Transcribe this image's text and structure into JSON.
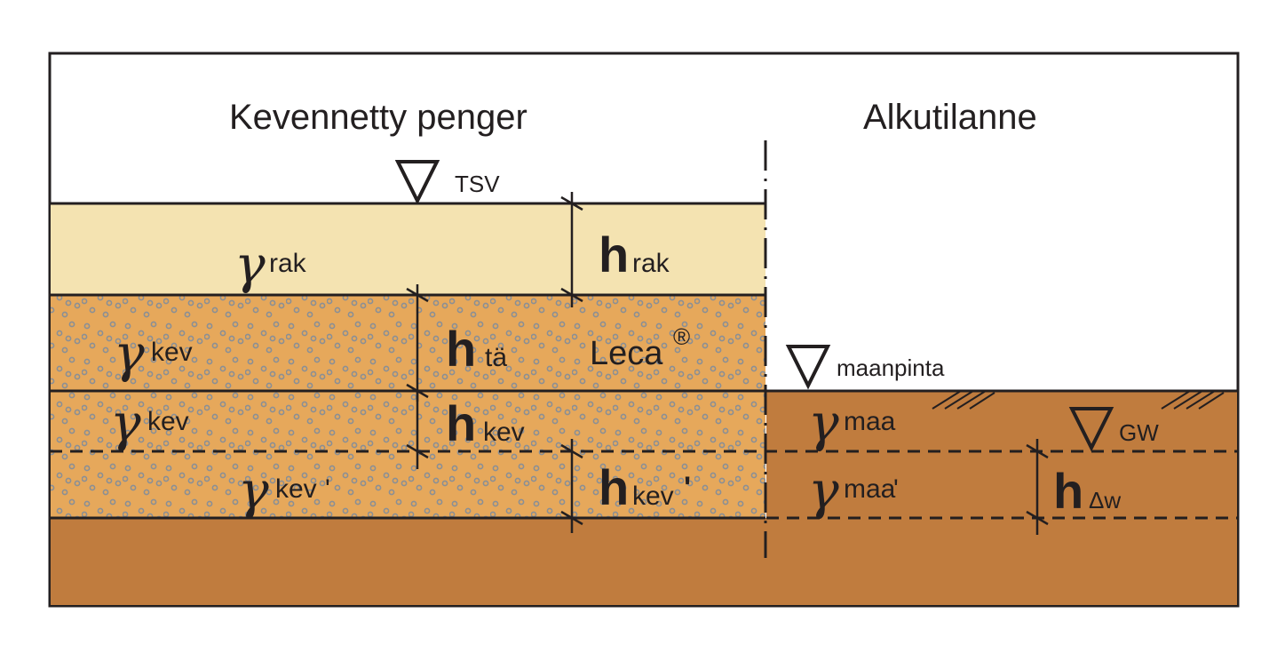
{
  "titles": {
    "left": "Kevennetty penger",
    "right": "Alkutilanne"
  },
  "levels": {
    "tsv": "TSV",
    "maanpinta": "maanpinta",
    "gw": "GW"
  },
  "symbols": {
    "gamma": "γ",
    "h": "h",
    "prime": "'"
  },
  "subscripts": {
    "rak": "rak",
    "ta": "tä",
    "kev": "kev",
    "maa": "maa",
    "dw": "Δw"
  },
  "material": {
    "name": "Leca",
    "mark": "®"
  },
  "colors": {
    "structure_layer": "#f4e3b1",
    "lightweight_fill": "#e6a85b",
    "soil": "#c07c3e",
    "dots": "#8a8f95",
    "line": "#231f20"
  }
}
